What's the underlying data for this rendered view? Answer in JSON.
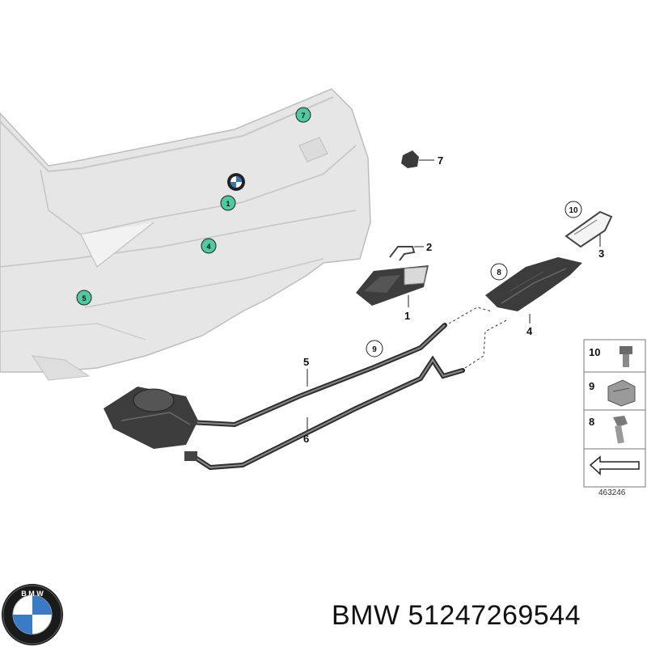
{
  "callouts": {
    "c1": "1",
    "c2": "2",
    "c3": "3",
    "c4": "4",
    "c5": "5",
    "c6": "6",
    "c7": "7",
    "c8": "8",
    "c9": "9",
    "c10": "10"
  },
  "legend": {
    "items": [
      "10",
      "9",
      "8"
    ],
    "ref_number": "463246"
  },
  "footer": {
    "brand": "BMW",
    "part_number": "51247269544",
    "text": "BMW 51247269544"
  },
  "colors": {
    "car_body": "#e2e2e2",
    "callout_green": "#4fc9a0",
    "parts_dark": "#3a3a3a"
  },
  "icons": [
    "bmw-roundel-icon",
    "arrow-icon"
  ]
}
